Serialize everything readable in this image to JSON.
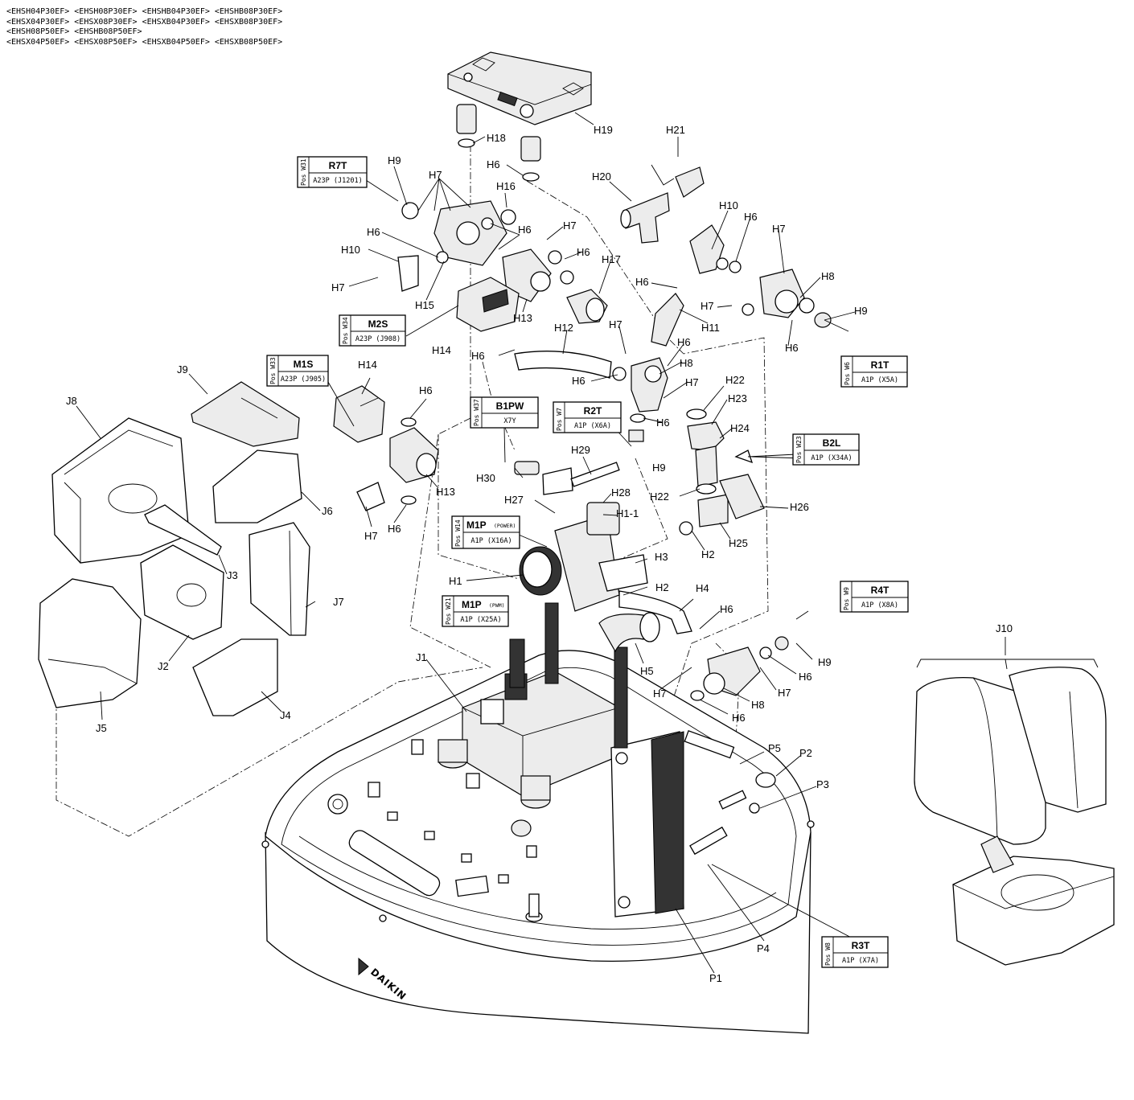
{
  "model_codes": [
    "<EHSH04P30EF> <EHSH08P30EF> <EHSHB04P30EF> <EHSHB08P30EF>",
    "<EHSX04P30EF> <EHSX08P30EF> <EHSXB04P30EF> <EHSXB08P30EF>",
    "<EHSH08P50EF> <EHSHB08P50EF>",
    "<EHSX04P50EF> <EHSX08P50EF> <EHSXB04P50EF> <EHSXB08P50EF>"
  ],
  "brand": "DAIKIN",
  "part_labels": {
    "H1": "H1",
    "H1_1": "H1-1",
    "H2": "H2",
    "H3": "H3",
    "H4": "H4",
    "H5": "H5",
    "H6": "H6",
    "H7": "H7",
    "H8": "H8",
    "H9": "H9",
    "H10": "H10",
    "H11": "H11",
    "H12": "H12",
    "H13": "H13",
    "H14": "H14",
    "H15": "H15",
    "H16": "H16",
    "H17": "H17",
    "H18": "H18",
    "H19": "H19",
    "H20": "H20",
    "H21": "H21",
    "H22": "H22",
    "H23": "H23",
    "H24": "H24",
    "H25": "H25",
    "H26": "H26",
    "H27": "H27",
    "H28": "H28",
    "H29": "H29",
    "H30": "H30",
    "J1": "J1",
    "J2": "J2",
    "J3": "J3",
    "J4": "J4",
    "J5": "J5",
    "J6": "J6",
    "J7": "J7",
    "J8": "J8",
    "J9": "J9",
    "J10": "J10",
    "P1": "P1",
    "P2": "P2",
    "P3": "P3",
    "P4": "P4",
    "P5": "P5"
  },
  "components": [
    {
      "name": "R7T",
      "pos": "Pos W31",
      "connector": "A23P (J1201)"
    },
    {
      "name": "M2S",
      "pos": "Pos W34",
      "connector": "A23P (J908)"
    },
    {
      "name": "M1S",
      "pos": "Pos W33",
      "connector": "A23P (J905)"
    },
    {
      "name": "B1PW",
      "pos": "Pos W37",
      "connector": "X7Y"
    },
    {
      "name": "R2T",
      "pos": "Pos W7",
      "connector": "A1P (X6A)"
    },
    {
      "name": "B2L",
      "pos": "Pos W23",
      "connector": "A1P (X34A)"
    },
    {
      "name": "R1T",
      "pos": "Pos W6",
      "connector": "A1P (X5A)"
    },
    {
      "name": "M1P",
      "qualifier": "(POWER)",
      "pos": "Pos W14",
      "connector": "A1P (X16A)"
    },
    {
      "name": "M1P",
      "qualifier": "(PWM)",
      "pos": "Pos W21",
      "connector": "A1P (X25A)"
    },
    {
      "name": "R4T",
      "pos": "Pos W9",
      "connector": "A1P (X8A)"
    },
    {
      "name": "R3T",
      "pos": "Pos W8",
      "connector": "A1P (X7A)"
    }
  ]
}
